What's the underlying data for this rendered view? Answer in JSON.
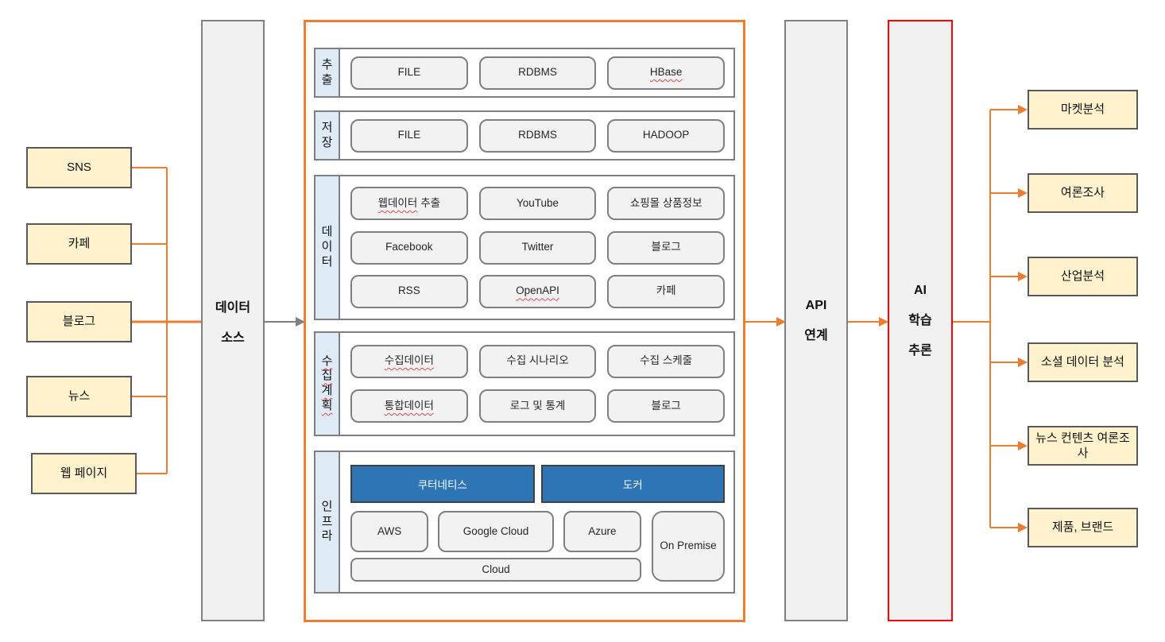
{
  "colors": {
    "accent_orange": "#ED7D31",
    "source_yellow_fill": "#FFF2CC",
    "source_border": "#595959",
    "column_gray_fill": "#F1F1F1",
    "column_border_gray": "#808080",
    "ai_border_red": "#FF0000",
    "row_label_blue": "#DEEBF7",
    "chip_fill": "#F2F2F2",
    "chip_border": "#7F7F7F",
    "platform_blue": "#2E75B6",
    "spellcheck_wavy_red": "#e64c4c",
    "gray_arrow": "#7F7F7F"
  },
  "sources": {
    "items": [
      {
        "label": "SNS"
      },
      {
        "label": "카페"
      },
      {
        "label": "블로그"
      },
      {
        "label": "뉴스"
      },
      {
        "label": "웹 페이지"
      }
    ]
  },
  "data_source": {
    "lines": [
      "데이터",
      "소스"
    ]
  },
  "pipeline": {
    "rows": [
      {
        "label": "추출",
        "items": [
          {
            "label": "FILE"
          },
          {
            "label": "RDBMS"
          },
          {
            "label": "HBase"
          }
        ]
      },
      {
        "label": "저장",
        "items": [
          {
            "label": "FILE"
          },
          {
            "label": "RDBMS"
          },
          {
            "label": "HADOOP"
          }
        ]
      },
      {
        "label": "데이터",
        "items": [
          {
            "label_wavy": "웹데이터",
            "label_rest": "추출"
          },
          {
            "label": "YouTube"
          },
          {
            "label": "쇼핑몰 상품정보"
          },
          {
            "label": "Facebook"
          },
          {
            "label": "Twitter"
          },
          {
            "label": "블로그"
          },
          {
            "label": "RSS"
          },
          {
            "label": "OpenAPI"
          },
          {
            "label": "카페"
          }
        ]
      },
      {
        "label": "수집계획",
        "items": [
          {
            "label": "수집데이터"
          },
          {
            "label": "수집 시나리오"
          },
          {
            "label": "수집 스케줄"
          },
          {
            "label": "통합데이터"
          },
          {
            "label": "로그 및 통계"
          },
          {
            "label": "블로그"
          }
        ]
      },
      {
        "label": "인프라",
        "platform": [
          {
            "label": "쿠터네티스"
          },
          {
            "label": "도커"
          }
        ],
        "clouds": [
          {
            "label": "AWS"
          },
          {
            "label": "Google Cloud"
          },
          {
            "label": "Azure"
          }
        ],
        "on_premise": "On Premise",
        "cloud_bar": "Cloud"
      }
    ]
  },
  "api": {
    "lines": [
      "API",
      "연계"
    ]
  },
  "ai": {
    "lines": [
      "AI",
      "학습",
      "추론"
    ]
  },
  "outputs": {
    "items": [
      {
        "label": "마켓분석"
      },
      {
        "label": "여론조사"
      },
      {
        "label": "산업분석"
      },
      {
        "label": "소셜 데이터 분석"
      },
      {
        "label": "뉴스 컨텐츠 여론조사"
      },
      {
        "label": "제품, 브랜드"
      }
    ]
  }
}
